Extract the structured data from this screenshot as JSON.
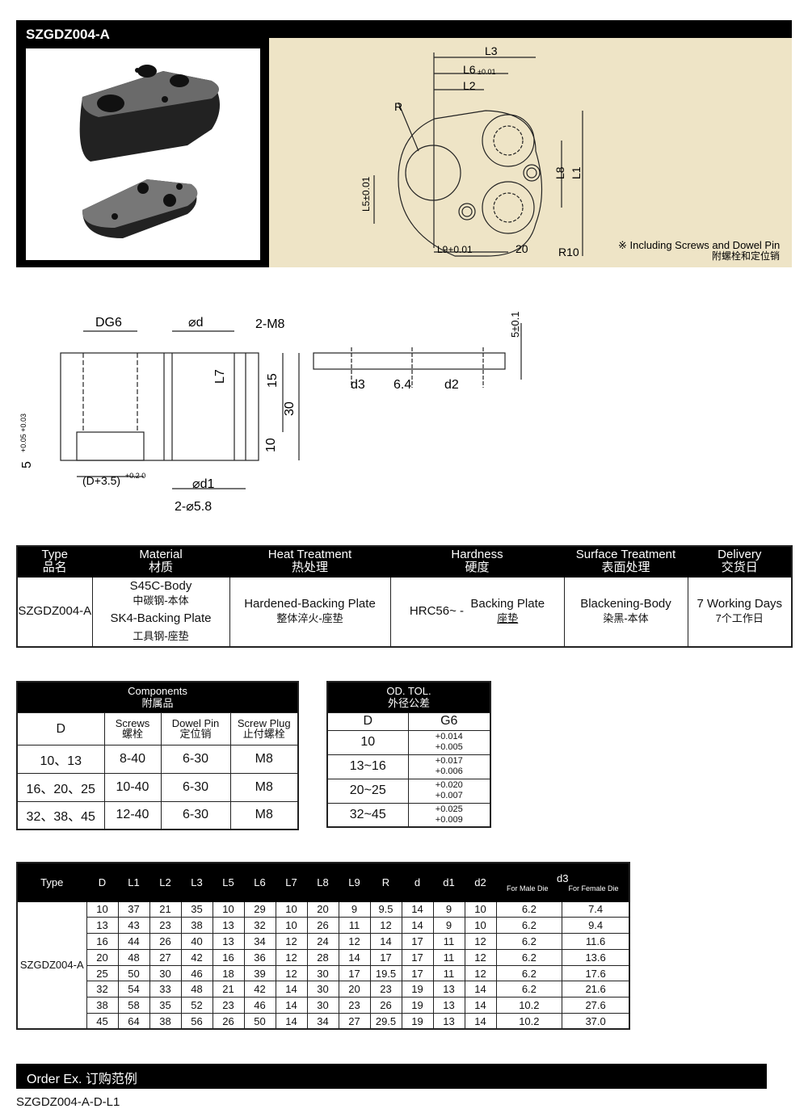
{
  "header": {
    "title": "SZGDZ004-A",
    "note_en": "※ Including Screws and Dowel Pin",
    "note_cn": "附螺栓和定位销"
  },
  "top_drawing": {
    "L3": "L3",
    "L6": "L6",
    "L6_tol": "±0.01",
    "L2": "L2",
    "R": "R",
    "L5": "L5±0.01",
    "L8": "L8",
    "L1": "L1",
    "L9": "L9+0.01",
    "dim20": "20",
    "R10": "R10"
  },
  "side_drawing": {
    "DG6": "DG6",
    "phi_d": "⌀d",
    "M8": "2-M8",
    "L7": "L7",
    "d15": "15",
    "d30": "30",
    "d10": "10",
    "d5": "5",
    "tol5": "+0.05 +0.03",
    "D35": "(D+3.5)",
    "D35tol": "+0.2 0",
    "phi_d1": "⌀d1",
    "phi58": "2-⌀5.8",
    "d3": "d3",
    "d64": "6.4",
    "d2": "d2",
    "t5": "5±0.1"
  },
  "spec_table": {
    "headers": [
      {
        "en": "Type",
        "cn": "品名"
      },
      {
        "en": "Material",
        "cn": "材质"
      },
      {
        "en": "Heat Treatment",
        "cn": "热处理"
      },
      {
        "en": "Hardness",
        "cn": "硬度"
      },
      {
        "en": "Surface Treatment",
        "cn": "表面处理"
      },
      {
        "en": "Delivery",
        "cn": "交货日"
      }
    ],
    "type": "SZGDZ004-A",
    "mat1": "S45C-Body",
    "mat1_cn": "中碳钢-本体",
    "mat2": "SK4-Backing Plate",
    "mat2_cn": "工具钢-座垫",
    "heat": "Hardened-Backing Plate",
    "heat_cn": "整体淬火-座垫",
    "hard": "HRC56~ -",
    "hard2": "Backing Plate",
    "hard2_cn": "座垫",
    "surf": "Blackening-Body",
    "surf_cn": "染黑-本体",
    "deliv": "7 Working Days",
    "deliv_cn": "7个工作日"
  },
  "components": {
    "title": "Components",
    "title_cn": "附属品",
    "cols": [
      {
        "en": "D",
        "cn": ""
      },
      {
        "en": "Screws",
        "cn": "螺栓"
      },
      {
        "en": "Dowel Pin",
        "cn": "定位销"
      },
      {
        "en": "Screw Plug",
        "cn": "止付螺栓"
      }
    ],
    "rows": [
      [
        "10、13",
        "8-40",
        "6-30",
        "M8"
      ],
      [
        "16、20、25",
        "10-40",
        "6-30",
        "M8"
      ],
      [
        "32、38、45",
        "12-40",
        "6-30",
        "M8"
      ]
    ]
  },
  "od_tol": {
    "title": "OD. TOL.",
    "title_cn": "外径公差",
    "cols": [
      "D",
      "G6"
    ],
    "rows": [
      [
        "10",
        "+0.014",
        "+0.005"
      ],
      [
        "13~16",
        "+0.017",
        "+0.006"
      ],
      [
        "20~25",
        "+0.020",
        "+0.007"
      ],
      [
        "32~45",
        "+0.025",
        "+0.009"
      ]
    ]
  },
  "dims": {
    "headers": [
      "Type",
      "D",
      "L1",
      "L2",
      "L3",
      "L5",
      "L6",
      "L7",
      "L8",
      "L9",
      "R",
      "d",
      "d1",
      "d2",
      "d3"
    ],
    "d3_male": "For Male Die",
    "d3_female": "For Female Die",
    "type": "SZGDZ004-A",
    "rows": [
      [
        "10",
        "37",
        "21",
        "35",
        "10",
        "29",
        "10",
        "20",
        "9",
        "9.5",
        "14",
        "9",
        "10",
        "6.2",
        "7.4"
      ],
      [
        "13",
        "43",
        "23",
        "38",
        "13",
        "32",
        "10",
        "26",
        "11",
        "12",
        "14",
        "9",
        "10",
        "6.2",
        "9.4"
      ],
      [
        "16",
        "44",
        "26",
        "40",
        "13",
        "34",
        "12",
        "24",
        "12",
        "14",
        "17",
        "11",
        "12",
        "6.2",
        "11.6"
      ],
      [
        "20",
        "48",
        "27",
        "42",
        "16",
        "36",
        "12",
        "28",
        "14",
        "17",
        "17",
        "11",
        "12",
        "6.2",
        "13.6"
      ],
      [
        "25",
        "50",
        "30",
        "46",
        "18",
        "39",
        "12",
        "30",
        "17",
        "19.5",
        "17",
        "11",
        "12",
        "6.2",
        "17.6"
      ],
      [
        "32",
        "54",
        "33",
        "48",
        "21",
        "42",
        "14",
        "30",
        "20",
        "23",
        "19",
        "13",
        "14",
        "6.2",
        "21.6"
      ],
      [
        "38",
        "58",
        "35",
        "52",
        "23",
        "46",
        "14",
        "30",
        "23",
        "26",
        "19",
        "13",
        "14",
        "10.2",
        "27.6"
      ],
      [
        "45",
        "64",
        "38",
        "56",
        "26",
        "50",
        "14",
        "34",
        "27",
        "29.5",
        "19",
        "13",
        "14",
        "10.2",
        "37.0"
      ]
    ]
  },
  "order": {
    "label": "Order Ex. 订购范例",
    "example": "SZGDZ004-A-D-L1"
  }
}
